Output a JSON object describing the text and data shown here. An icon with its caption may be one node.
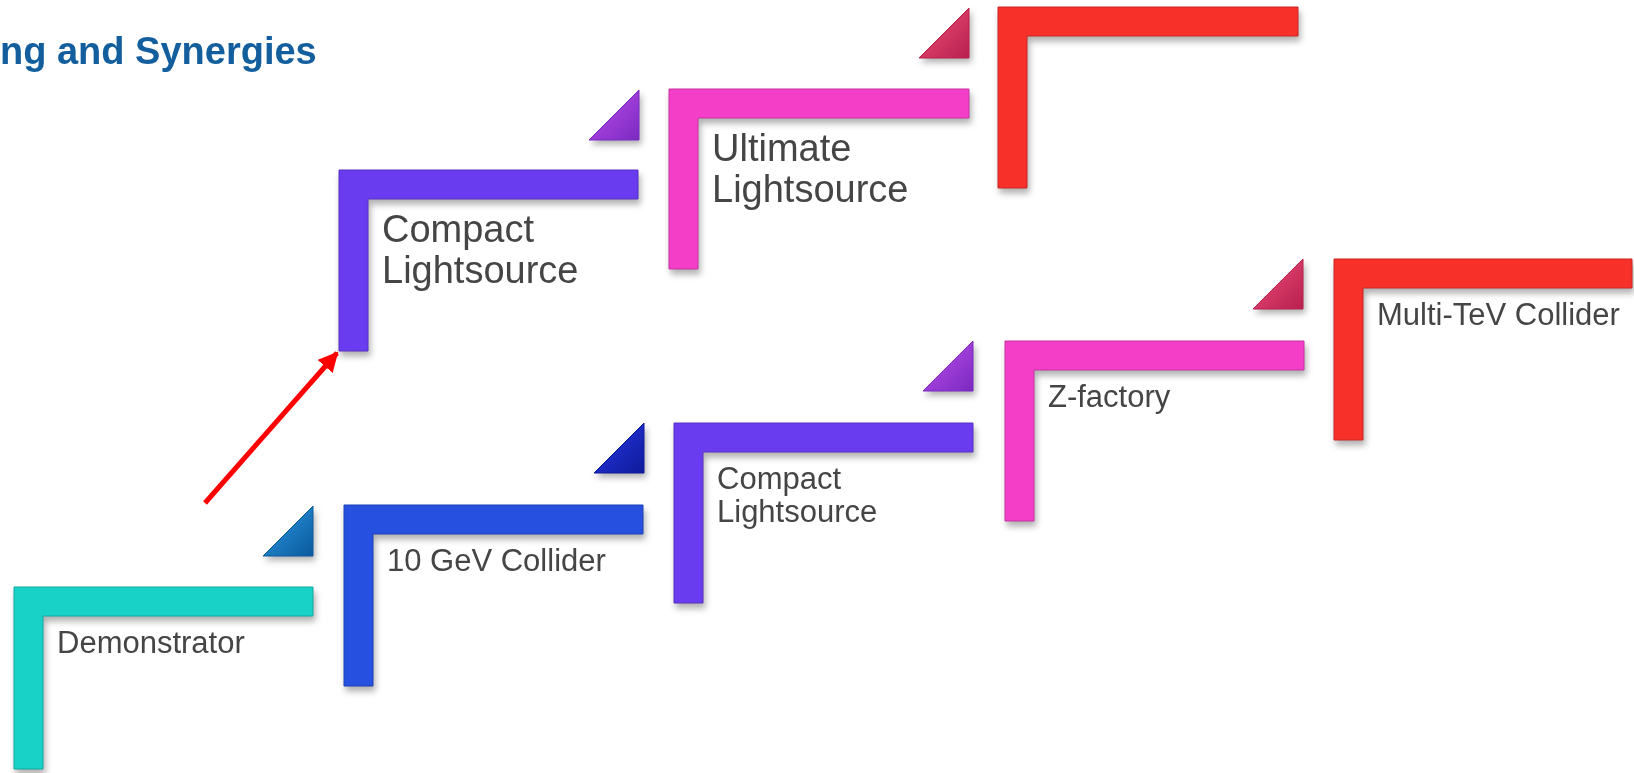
{
  "diagram": {
    "title": "ng and Synergies",
    "nodes": [
      {
        "text": [
          "Demonstrator"
        ]
      },
      {
        "text": [
          "10 GeV Collider"
        ]
      },
      {
        "text": [
          "Compact Lightsource"
        ]
      },
      {
        "text": [
          "Z-factory"
        ]
      },
      {
        "text": [
          "Multi-TeV Collider"
        ]
      },
      {
        "text": [
          "Compact Lightsource"
        ]
      },
      {
        "text": [
          "Ultimate Lightsource"
        ]
      },
      {
        "text": [],
        "shape": "bracket"
      }
    ],
    "edges": [
      {
        "from": null,
        "to": 5,
        "arrow": "to",
        "color": "#ff0000"
      }
    ]
  }
}
